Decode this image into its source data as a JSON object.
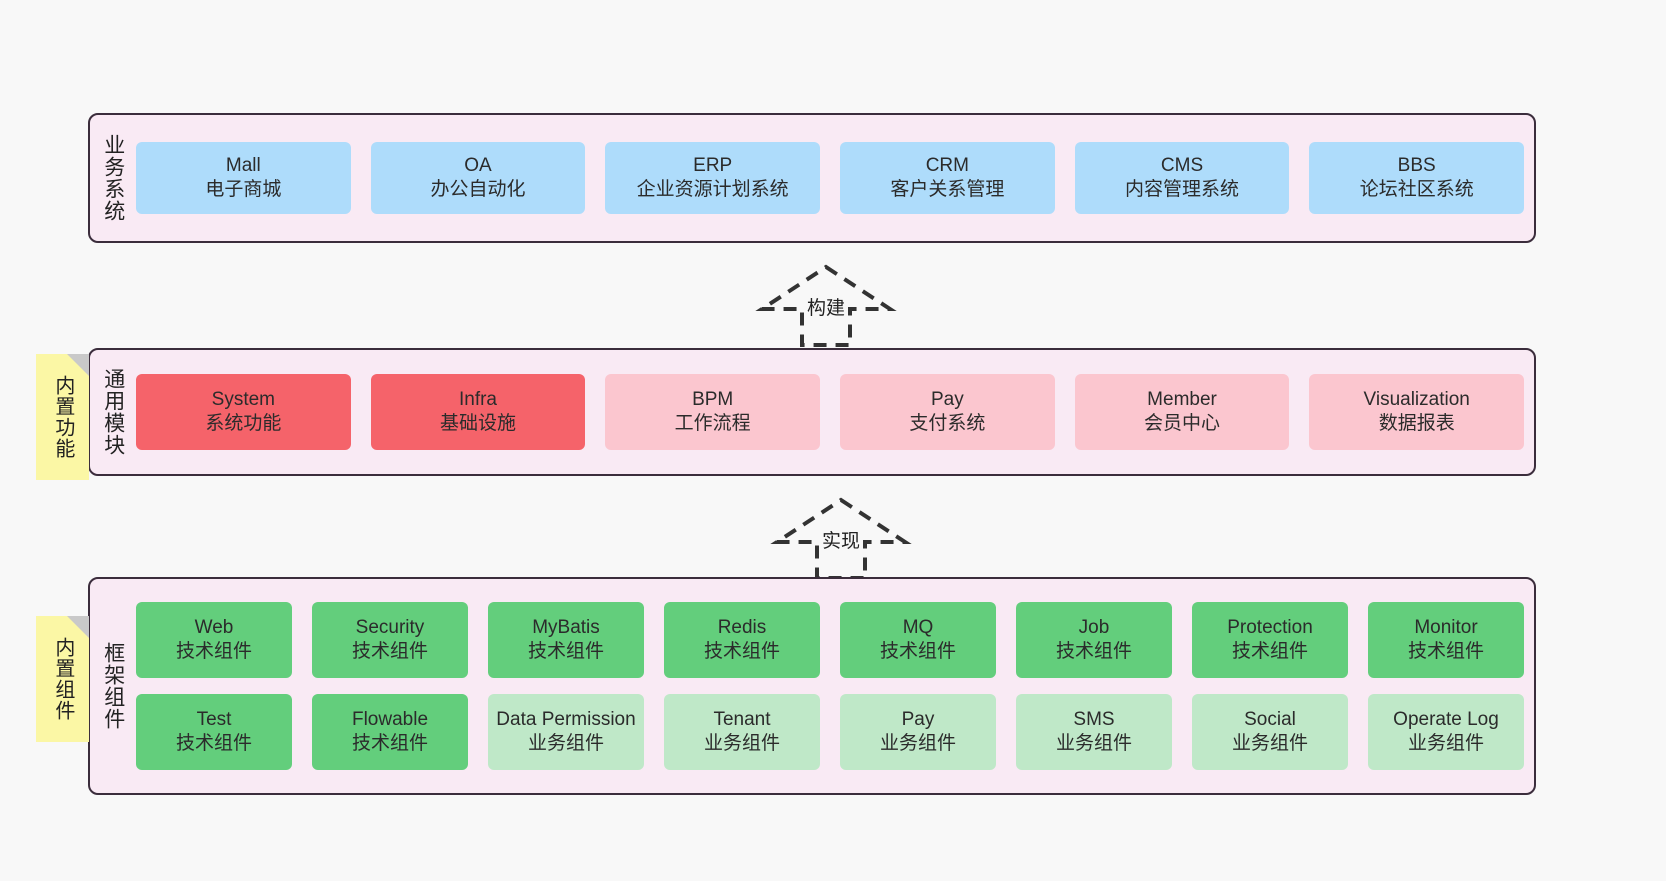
{
  "diagram": {
    "background": "#f8f8f8",
    "layers": [
      {
        "id": "business",
        "title": "业务系统",
        "note": null,
        "rows": [
          {
            "cards": [
              {
                "en": "Mall",
                "cn": "电子商城",
                "color": "#aedcfb",
                "style": "c-blue"
              },
              {
                "en": "OA",
                "cn": "办公自动化",
                "color": "#aedcfb",
                "style": "c-blue"
              },
              {
                "en": "ERP",
                "cn": "企业资源计划系统",
                "color": "#aedcfb",
                "style": "c-blue"
              },
              {
                "en": "CRM",
                "cn": "客户关系管理",
                "color": "#aedcfb",
                "style": "c-blue"
              },
              {
                "en": "CMS",
                "cn": "内容管理系统",
                "color": "#aedcfb",
                "style": "c-blue"
              },
              {
                "en": "BBS",
                "cn": "论坛社区系统",
                "color": "#aedcfb",
                "style": "c-blue"
              }
            ]
          }
        ]
      },
      {
        "id": "common",
        "title": "通用模块",
        "note": "内置功能",
        "rows": [
          {
            "cards": [
              {
                "en": "System",
                "cn": "系统功能",
                "color": "#f5636a",
                "style": "c-red"
              },
              {
                "en": "Infra",
                "cn": "基础设施",
                "color": "#f5636a",
                "style": "c-red"
              },
              {
                "en": "BPM",
                "cn": "工作流程",
                "color": "#fbc6cf",
                "style": "c-pink"
              },
              {
                "en": "Pay",
                "cn": "支付系统",
                "color": "#fbc6cf",
                "style": "c-pink"
              },
              {
                "en": "Member",
                "cn": "会员中心",
                "color": "#fbc6cf",
                "style": "c-pink"
              },
              {
                "en": "Visualization",
                "cn": "数据报表",
                "color": "#fbc6cf",
                "style": "c-pink"
              }
            ]
          }
        ]
      },
      {
        "id": "framework",
        "title": "框架组件",
        "note": "内置组件",
        "rows": [
          {
            "cards": [
              {
                "en": "Web",
                "cn": "技术组件",
                "color": "#63ce7c",
                "style": "c-green"
              },
              {
                "en": "Security",
                "cn": "技术组件",
                "color": "#63ce7c",
                "style": "c-green"
              },
              {
                "en": "MyBatis",
                "cn": "技术组件",
                "color": "#63ce7c",
                "style": "c-green"
              },
              {
                "en": "Redis",
                "cn": "技术组件",
                "color": "#63ce7c",
                "style": "c-green"
              },
              {
                "en": "MQ",
                "cn": "技术组件",
                "color": "#63ce7c",
                "style": "c-green"
              },
              {
                "en": "Job",
                "cn": "技术组件",
                "color": "#63ce7c",
                "style": "c-green"
              },
              {
                "en": "Protection",
                "cn": "技术组件",
                "color": "#63ce7c",
                "style": "c-green"
              },
              {
                "en": "Monitor",
                "cn": "技术组件",
                "color": "#63ce7c",
                "style": "c-green"
              }
            ]
          },
          {
            "cards": [
              {
                "en": "Test",
                "cn": "技术组件",
                "color": "#63ce7c",
                "style": "c-green"
              },
              {
                "en": "Flowable",
                "cn": "技术组件",
                "color": "#63ce7c",
                "style": "c-green"
              },
              {
                "en": "Data Permission",
                "cn": "业务组件",
                "color": "#bfe8c8",
                "style": "c-lightgreen"
              },
              {
                "en": "Tenant",
                "cn": "业务组件",
                "color": "#bfe8c8",
                "style": "c-lightgreen"
              },
              {
                "en": "Pay",
                "cn": "业务组件",
                "color": "#bfe8c8",
                "style": "c-lightgreen"
              },
              {
                "en": "SMS",
                "cn": "业务组件",
                "color": "#bfe8c8",
                "style": "c-lightgreen"
              },
              {
                "en": "Social",
                "cn": "业务组件",
                "color": "#bfe8c8",
                "style": "c-lightgreen"
              },
              {
                "en": "Operate Log",
                "cn": "业务组件",
                "color": "#bfe8c8",
                "style": "c-lightgreen"
              }
            ]
          }
        ]
      }
    ],
    "arrows": [
      {
        "id": "build",
        "label": "构建"
      },
      {
        "id": "implement",
        "label": "实现"
      }
    ]
  }
}
